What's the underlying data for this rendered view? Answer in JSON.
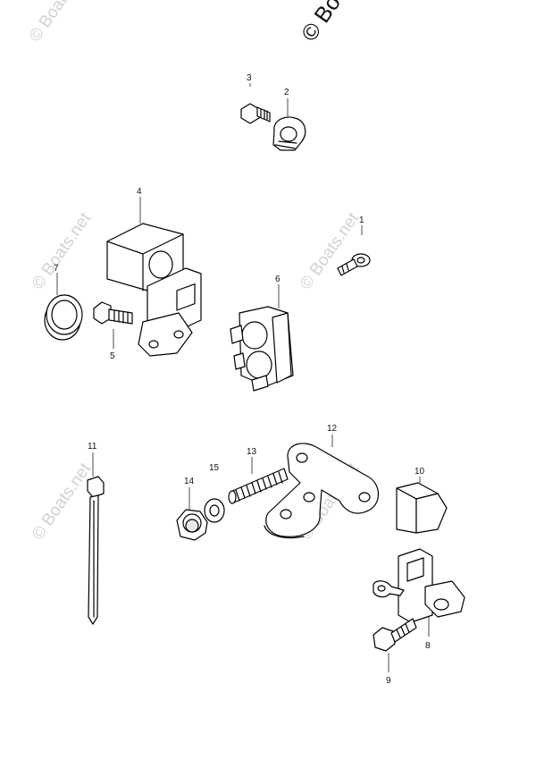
{
  "copyright": "© Boats.net",
  "watermark": "© Boats.net",
  "labels": {
    "p1": "1",
    "p2": "2",
    "p3": "3",
    "p4": "4",
    "p5": "5",
    "p6": "6",
    "p7": "7",
    "p8": "8",
    "p9": "9",
    "p10": "10",
    "p11": "11",
    "p12": "12",
    "p13": "13",
    "p14": "14",
    "p15": "15"
  }
}
